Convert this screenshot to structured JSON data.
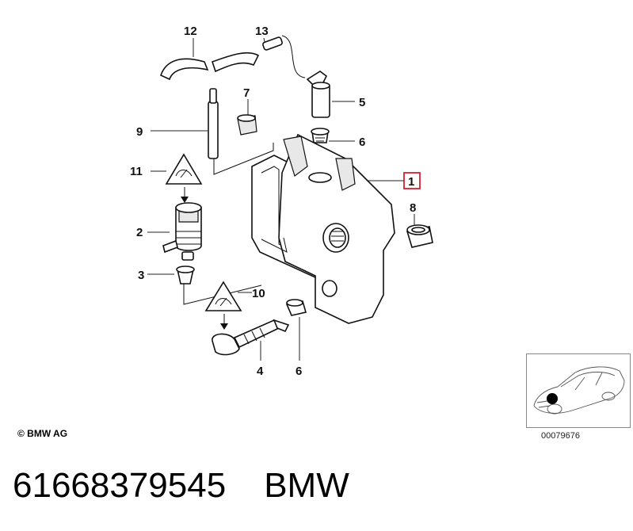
{
  "callouts": {
    "c1": "1",
    "c2": "2",
    "c3": "3",
    "c4": "4",
    "c5": "5",
    "c6a": "6",
    "c6b": "6",
    "c7": "7",
    "c8": "8",
    "c9": "9",
    "c10": "10",
    "c11": "11",
    "c12": "12",
    "c13": "13"
  },
  "highlight_color": "#d0021b",
  "copyright": "© BMW AG",
  "inset_code": "00079676",
  "footer": {
    "part_number": "61668379545",
    "brand": "BMW"
  }
}
